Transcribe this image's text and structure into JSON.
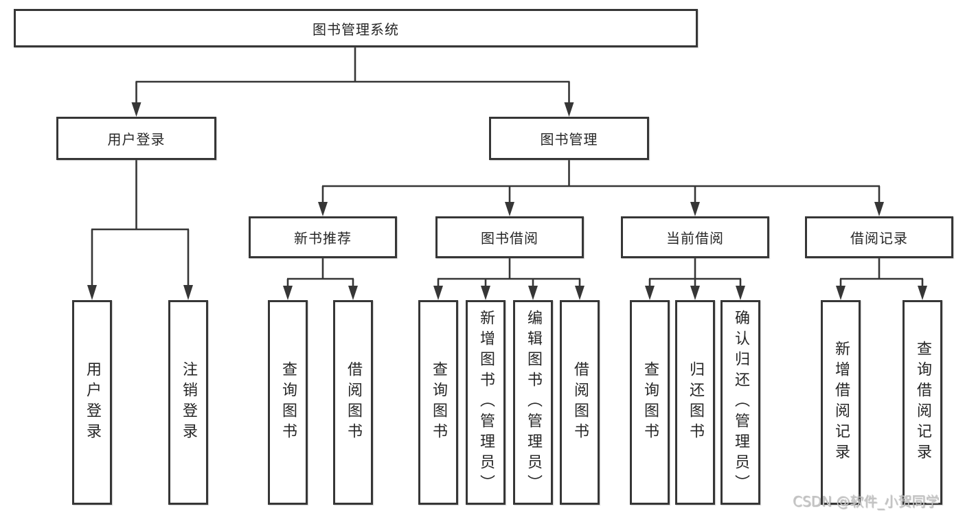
{
  "nodes": {
    "root": "图书管理系统",
    "level2": [
      "用户登录",
      "图书管理"
    ],
    "level3": [
      "新书推荐",
      "图书借阅",
      "当前借阅",
      "借阅记录"
    ],
    "leaves": [
      [
        "用户登录",
        "注销登录"
      ],
      [
        "查询图书",
        "借阅图书"
      ],
      [
        "查询图书",
        "新增图书（管理员）",
        "编辑图书（管理员）",
        "借阅图书"
      ],
      [
        "查询图书",
        "归还图书",
        "确认归还（管理员）"
      ],
      [
        "新增借阅记录",
        "查询借阅记录"
      ]
    ]
  },
  "watermark": "CSDN @软件_小贺同学",
  "colors": {
    "line": "#363636",
    "box_border": "#363636",
    "text": "#262626",
    "watermark": "#c6c6c6",
    "background": "#ffffff"
  }
}
